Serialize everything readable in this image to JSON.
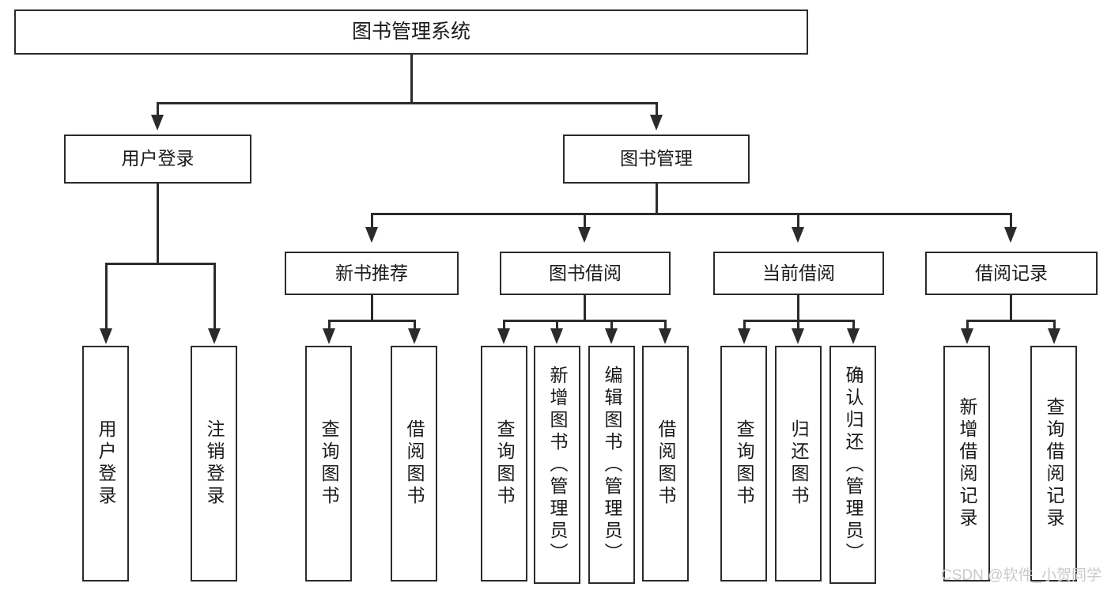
{
  "diagram": {
    "title": "图书管理系统",
    "type": "hierarchy-tree",
    "root": {
      "label": "图书管理系统"
    },
    "level2": [
      {
        "label": "用户登录"
      },
      {
        "label": "图书管理"
      }
    ],
    "level3": [
      {
        "label": "新书推荐"
      },
      {
        "label": "图书借阅"
      },
      {
        "label": "当前借阅"
      },
      {
        "label": "借阅记录"
      }
    ],
    "leaves": {
      "user_login": [
        {
          "label": "用户登录"
        },
        {
          "label": "注销登录"
        }
      ],
      "new_book": [
        {
          "label": "查询图书"
        },
        {
          "label": "借阅图书"
        }
      ],
      "book_borrow": [
        {
          "label": "查询图书"
        },
        {
          "label": "新增图书（管理员）"
        },
        {
          "label": "编辑图书（管理员）"
        },
        {
          "label": "借阅图书"
        }
      ],
      "current_borrow": [
        {
          "label": "查询图书"
        },
        {
          "label": "归还图书"
        },
        {
          "label": "确认归还（管理员）"
        }
      ],
      "borrow_record": [
        {
          "label": "新增借阅记录"
        },
        {
          "label": "查询借阅记录"
        }
      ]
    }
  },
  "watermark": {
    "text": "CSDN @软件_小贺同学"
  },
  "colors": {
    "stroke": "#2b2b2b",
    "background": "#ffffff",
    "text": "#1a1a1a",
    "watermark": "#c9c9c9"
  }
}
